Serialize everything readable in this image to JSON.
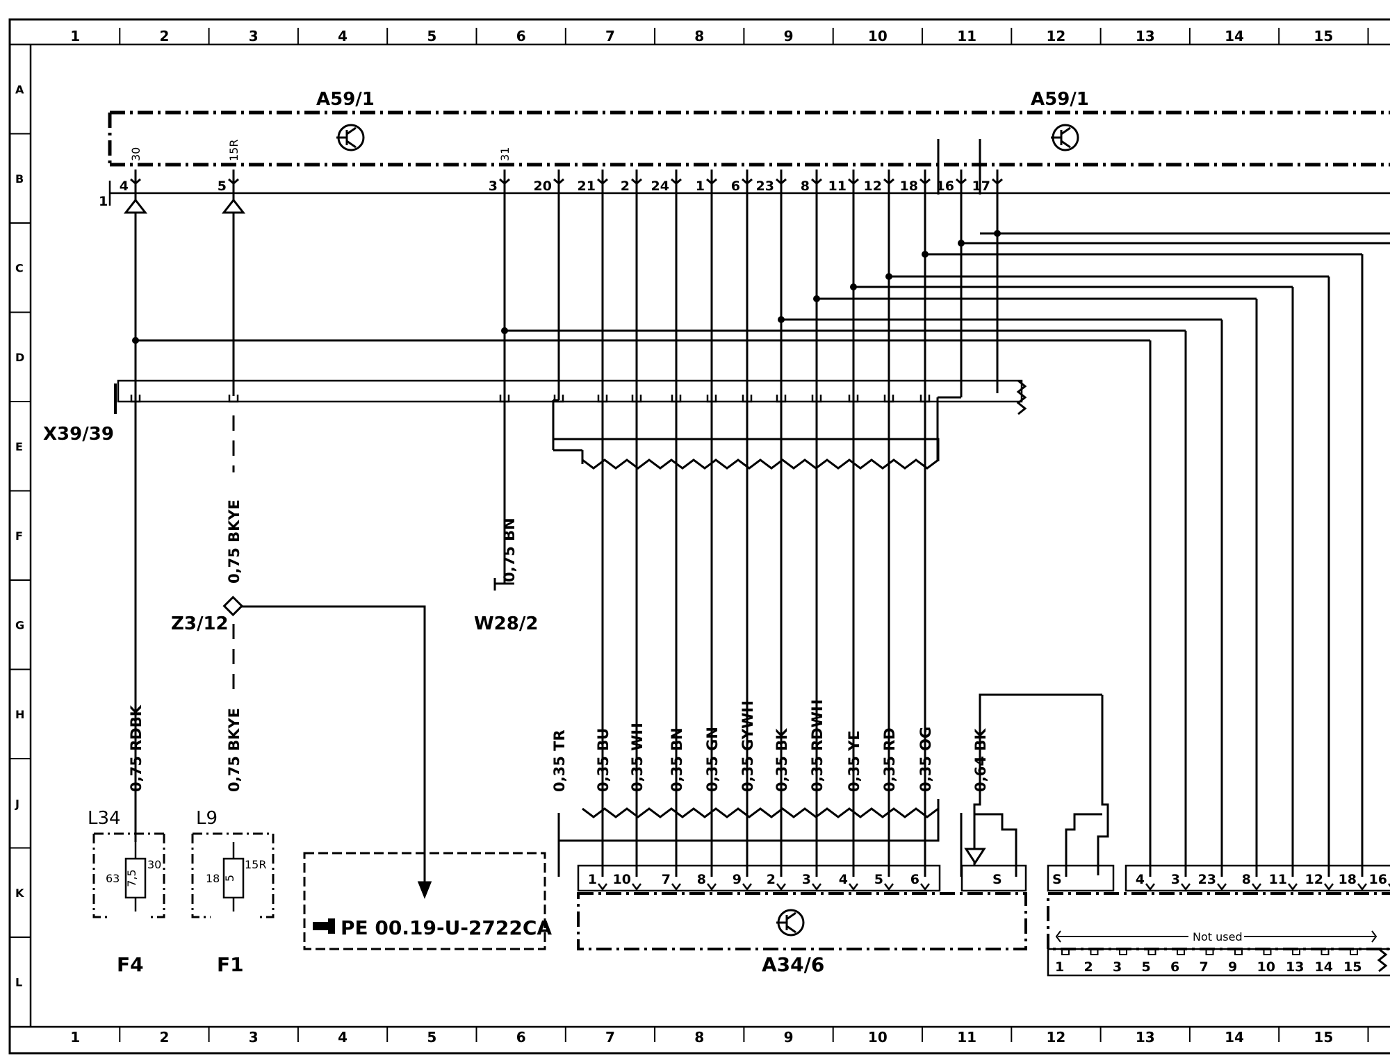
{
  "grid": {
    "columns": [
      "1",
      "2",
      "3",
      "4",
      "5",
      "6",
      "7",
      "8",
      "9",
      "10",
      "11",
      "12",
      "13",
      "14",
      "15"
    ],
    "rows": [
      "A",
      "B",
      "C",
      "D",
      "E",
      "F",
      "G",
      "H",
      "J",
      "K",
      "L"
    ]
  },
  "components": {
    "a59_left": "A59/1",
    "a59_right": "A59/1",
    "x39": "X39/39",
    "z3": "Z3/12",
    "w28": "W28/2",
    "a34": "A34/6",
    "f4": "F4",
    "f1": "F1",
    "l34": "L34",
    "l9": "L9",
    "ref_box": "PE 00.19-U-2722CA",
    "not_used": "Not used"
  },
  "a59_header_pins": [
    {
      "num": "4",
      "sub": "30"
    },
    {
      "num": "5",
      "sub": "15R"
    },
    {
      "num": "3",
      "sub": "31"
    },
    {
      "num": "20",
      "sub": ""
    },
    {
      "num": "21",
      "sub": ""
    },
    {
      "num": "2",
      "sub": ""
    },
    {
      "num": "24",
      "sub": ""
    },
    {
      "num": "1",
      "sub": ""
    },
    {
      "num": "6",
      "sub": ""
    },
    {
      "num": "23",
      "sub": ""
    },
    {
      "num": "8",
      "sub": ""
    },
    {
      "num": "11",
      "sub": ""
    },
    {
      "num": "12",
      "sub": ""
    },
    {
      "num": "18",
      "sub": ""
    },
    {
      "num": "16",
      "sub": ""
    },
    {
      "num": "17",
      "sub": ""
    }
  ],
  "header_lead": "1",
  "wires": [
    {
      "size": "0,75",
      "color": "RDBK"
    },
    {
      "size": "0,75",
      "color": "BKYE"
    },
    {
      "size": "0,75",
      "color": "BKYE"
    },
    {
      "size": "0,75",
      "color": "BN"
    },
    {
      "size": "0,35",
      "color": "TR"
    },
    {
      "size": "0,35",
      "color": "BU"
    },
    {
      "size": "0,35",
      "color": "WH"
    },
    {
      "size": "0,35",
      "color": "BN"
    },
    {
      "size": "0,35",
      "color": "GN"
    },
    {
      "size": "0,35",
      "color": "GYWH"
    },
    {
      "size": "0,35",
      "color": "BK"
    },
    {
      "size": "0,35",
      "color": "RDWH"
    },
    {
      "size": "0,35",
      "color": "YE"
    },
    {
      "size": "0,35",
      "color": "RD"
    },
    {
      "size": "0,35",
      "color": "OG"
    },
    {
      "size": "0,64",
      "color": "BK"
    }
  ],
  "a34_pins": [
    "1",
    "10",
    "7",
    "8",
    "9",
    "2",
    "3",
    "4",
    "5",
    "6"
  ],
  "a34_shield": "S",
  "right_conn_top": [
    "S",
    "4",
    "3",
    "23",
    "8",
    "11",
    "12",
    "18",
    "16"
  ],
  "right_conn_bottom": [
    "1",
    "2",
    "3",
    "5",
    "6",
    "7",
    "9",
    "10",
    "13",
    "14",
    "15"
  ],
  "fuse_f4": {
    "left": "63",
    "value": "7,5",
    "right": "30"
  },
  "fuse_f1": {
    "left": "18",
    "value": "5",
    "right": "15R"
  }
}
